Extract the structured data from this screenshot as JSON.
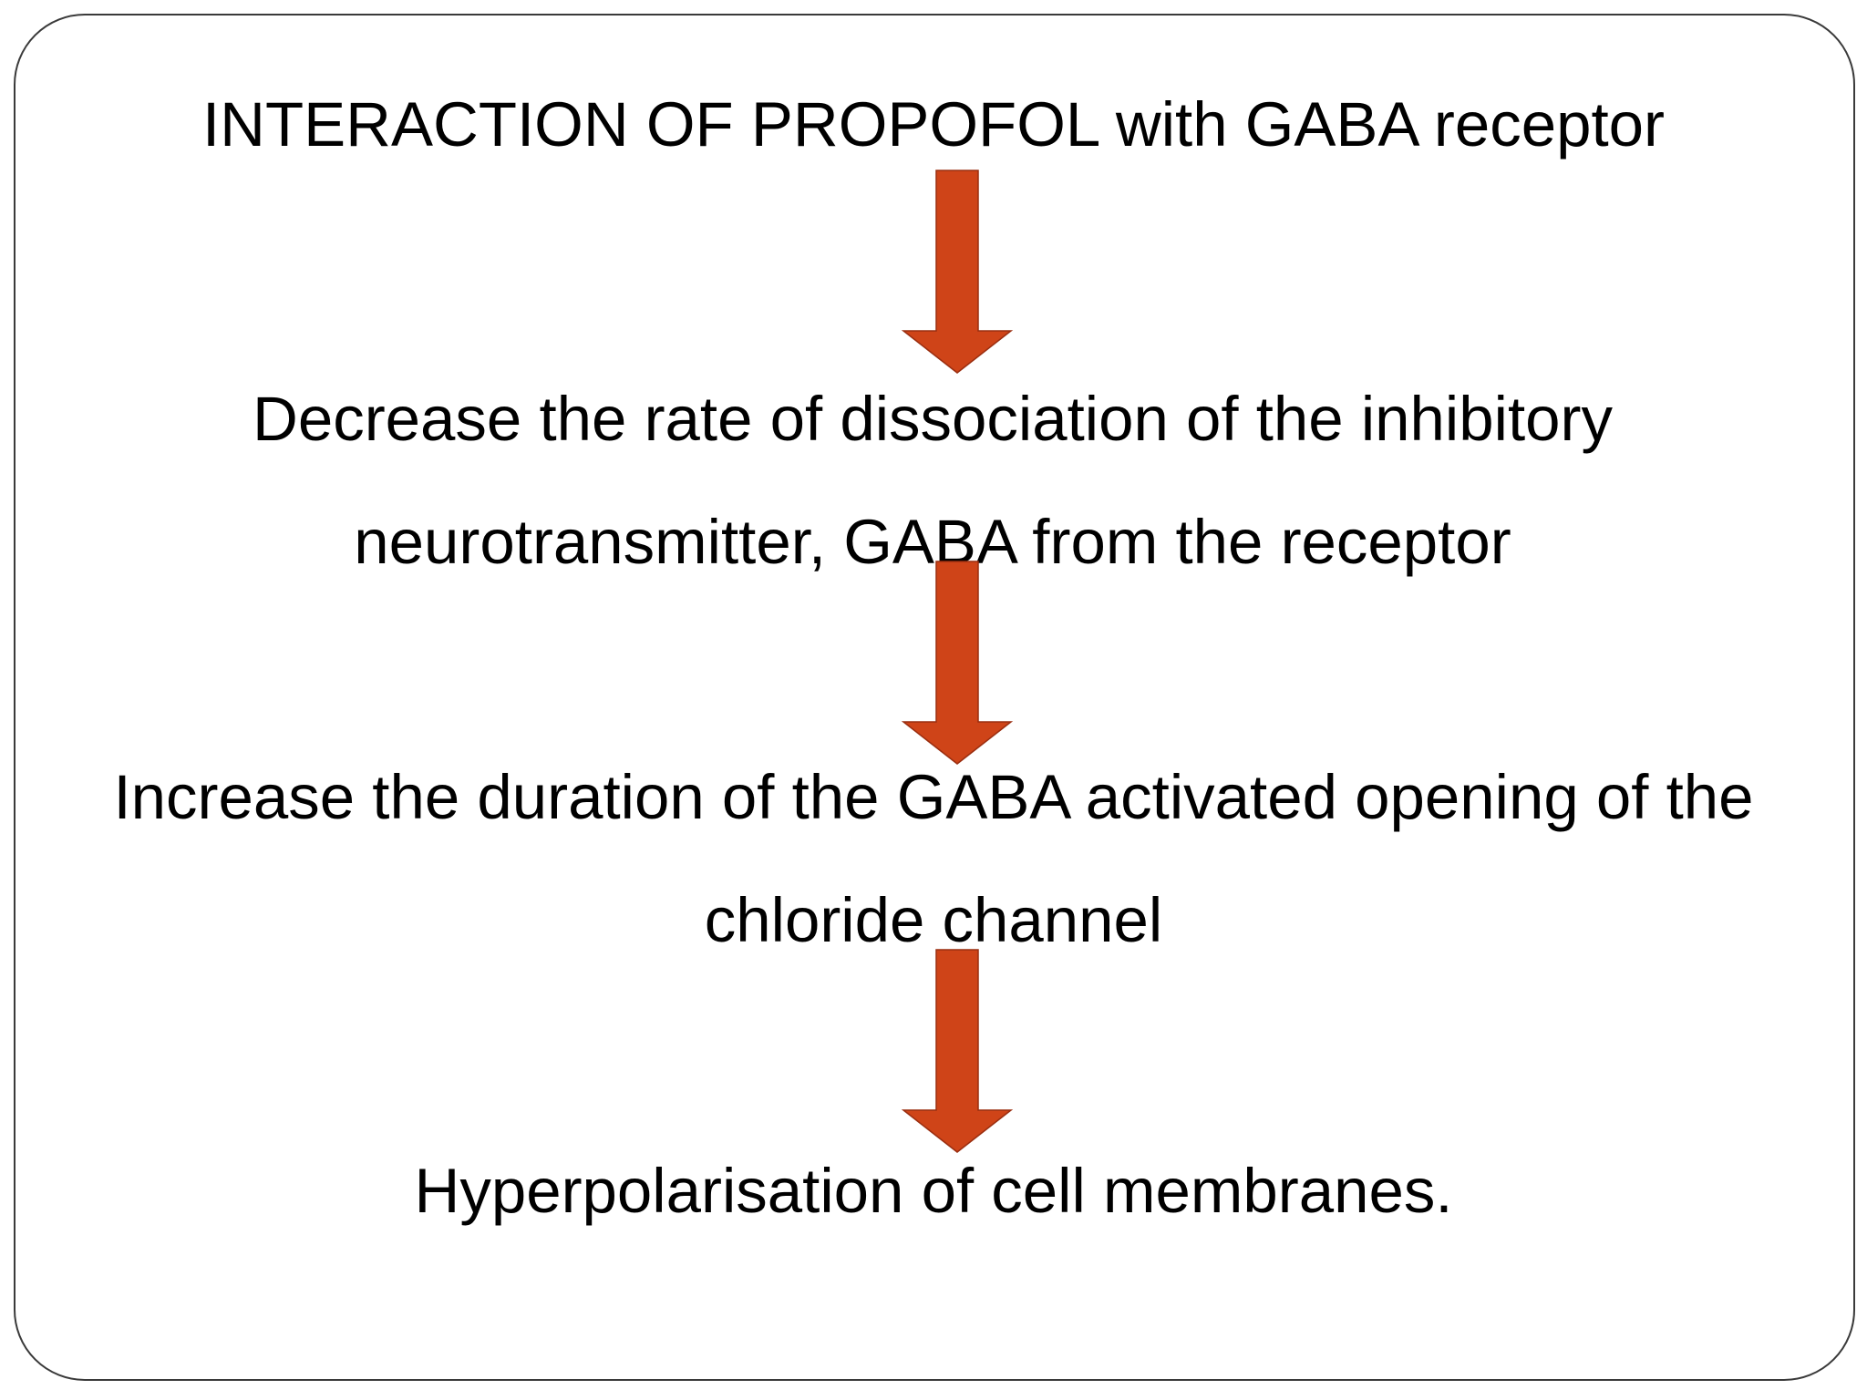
{
  "diagram": {
    "accent_color": "#cf4418",
    "arrow_icon": "down-arrow-icon",
    "steps": [
      {
        "text": "INTERACTION OF PROPOFOL with GABA receptor"
      },
      {
        "line1": "Decrease the rate of dissociation of the inhibitory",
        "line2": "neurotransmitter, GABA from the receptor"
      },
      {
        "line1": "Increase the duration of the GABA activated opening of the",
        "line2": "chloride channel"
      },
      {
        "text": "Hyperpolarisation of cell membranes."
      }
    ]
  }
}
